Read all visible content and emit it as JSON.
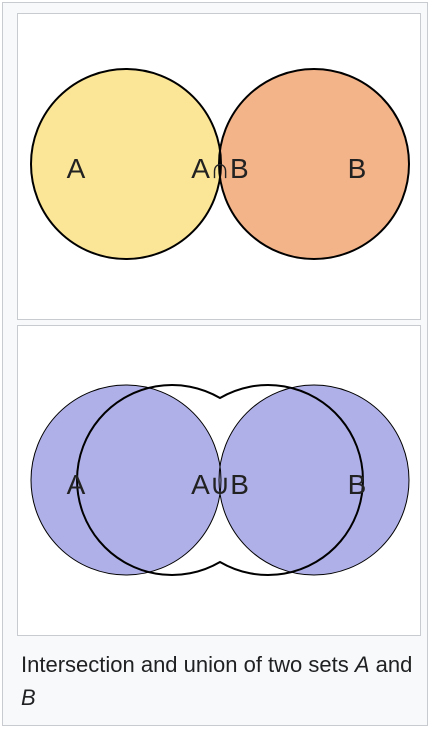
{
  "diagrams": [
    {
      "kind": "intersection",
      "set_a_label": "A",
      "set_b_label": "B",
      "overlap_label": "A∩B",
      "colors": {
        "set_a_only": "#fbe597",
        "set_b_only": "#f4b48a",
        "overlap": "#b0b0e8",
        "outline": "#000000"
      }
    },
    {
      "kind": "union",
      "set_a_label": "A",
      "set_b_label": "B",
      "overlap_label": "A∪B",
      "colors": {
        "fill": "#b0b0e8",
        "outline": "#000000"
      }
    }
  ],
  "caption": {
    "text_before": "Intersection and union of two sets ",
    "var_a": "A",
    "conjunction": " and ",
    "var_b": "B"
  }
}
